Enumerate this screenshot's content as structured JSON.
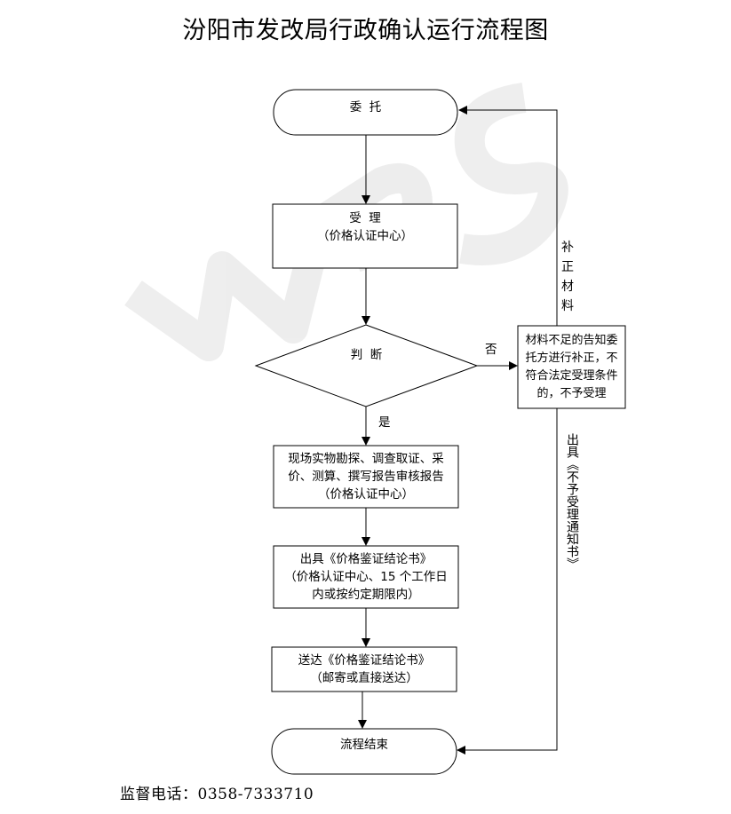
{
  "title": "汾阳市发改局行政确认运行流程图",
  "watermark": "WPS",
  "nodes": {
    "start": {
      "label": "委  托"
    },
    "accept": {
      "lines": [
        "受  理",
        "（价格认证中心）"
      ]
    },
    "judge": {
      "label": "判  断"
    },
    "survey": {
      "lines": [
        "现场实物勘探、调查取证、采",
        "价、测算、撰写报告审核报告",
        "（价格认证中心）"
      ]
    },
    "issue": {
      "lines": [
        "出具《价格鉴证结论书》",
        "（价格认证中心、15 个工作日",
        "内或按约定期限内）"
      ]
    },
    "deliver": {
      "lines": [
        "送达《价格鉴证结论书》",
        "（邮寄或直接送达）"
      ]
    },
    "end": {
      "label": "流程结束"
    },
    "reject": {
      "lines": [
        "材料不足的告知委",
        "托方进行补正，不",
        "符合法定受理条件",
        "的，不予受理"
      ]
    }
  },
  "edges": {
    "yes": "是",
    "no": "否",
    "supplement": "补正材料",
    "notice": "出具《不予受理通知书》"
  },
  "footer": "监督电话：0358-7333710"
}
